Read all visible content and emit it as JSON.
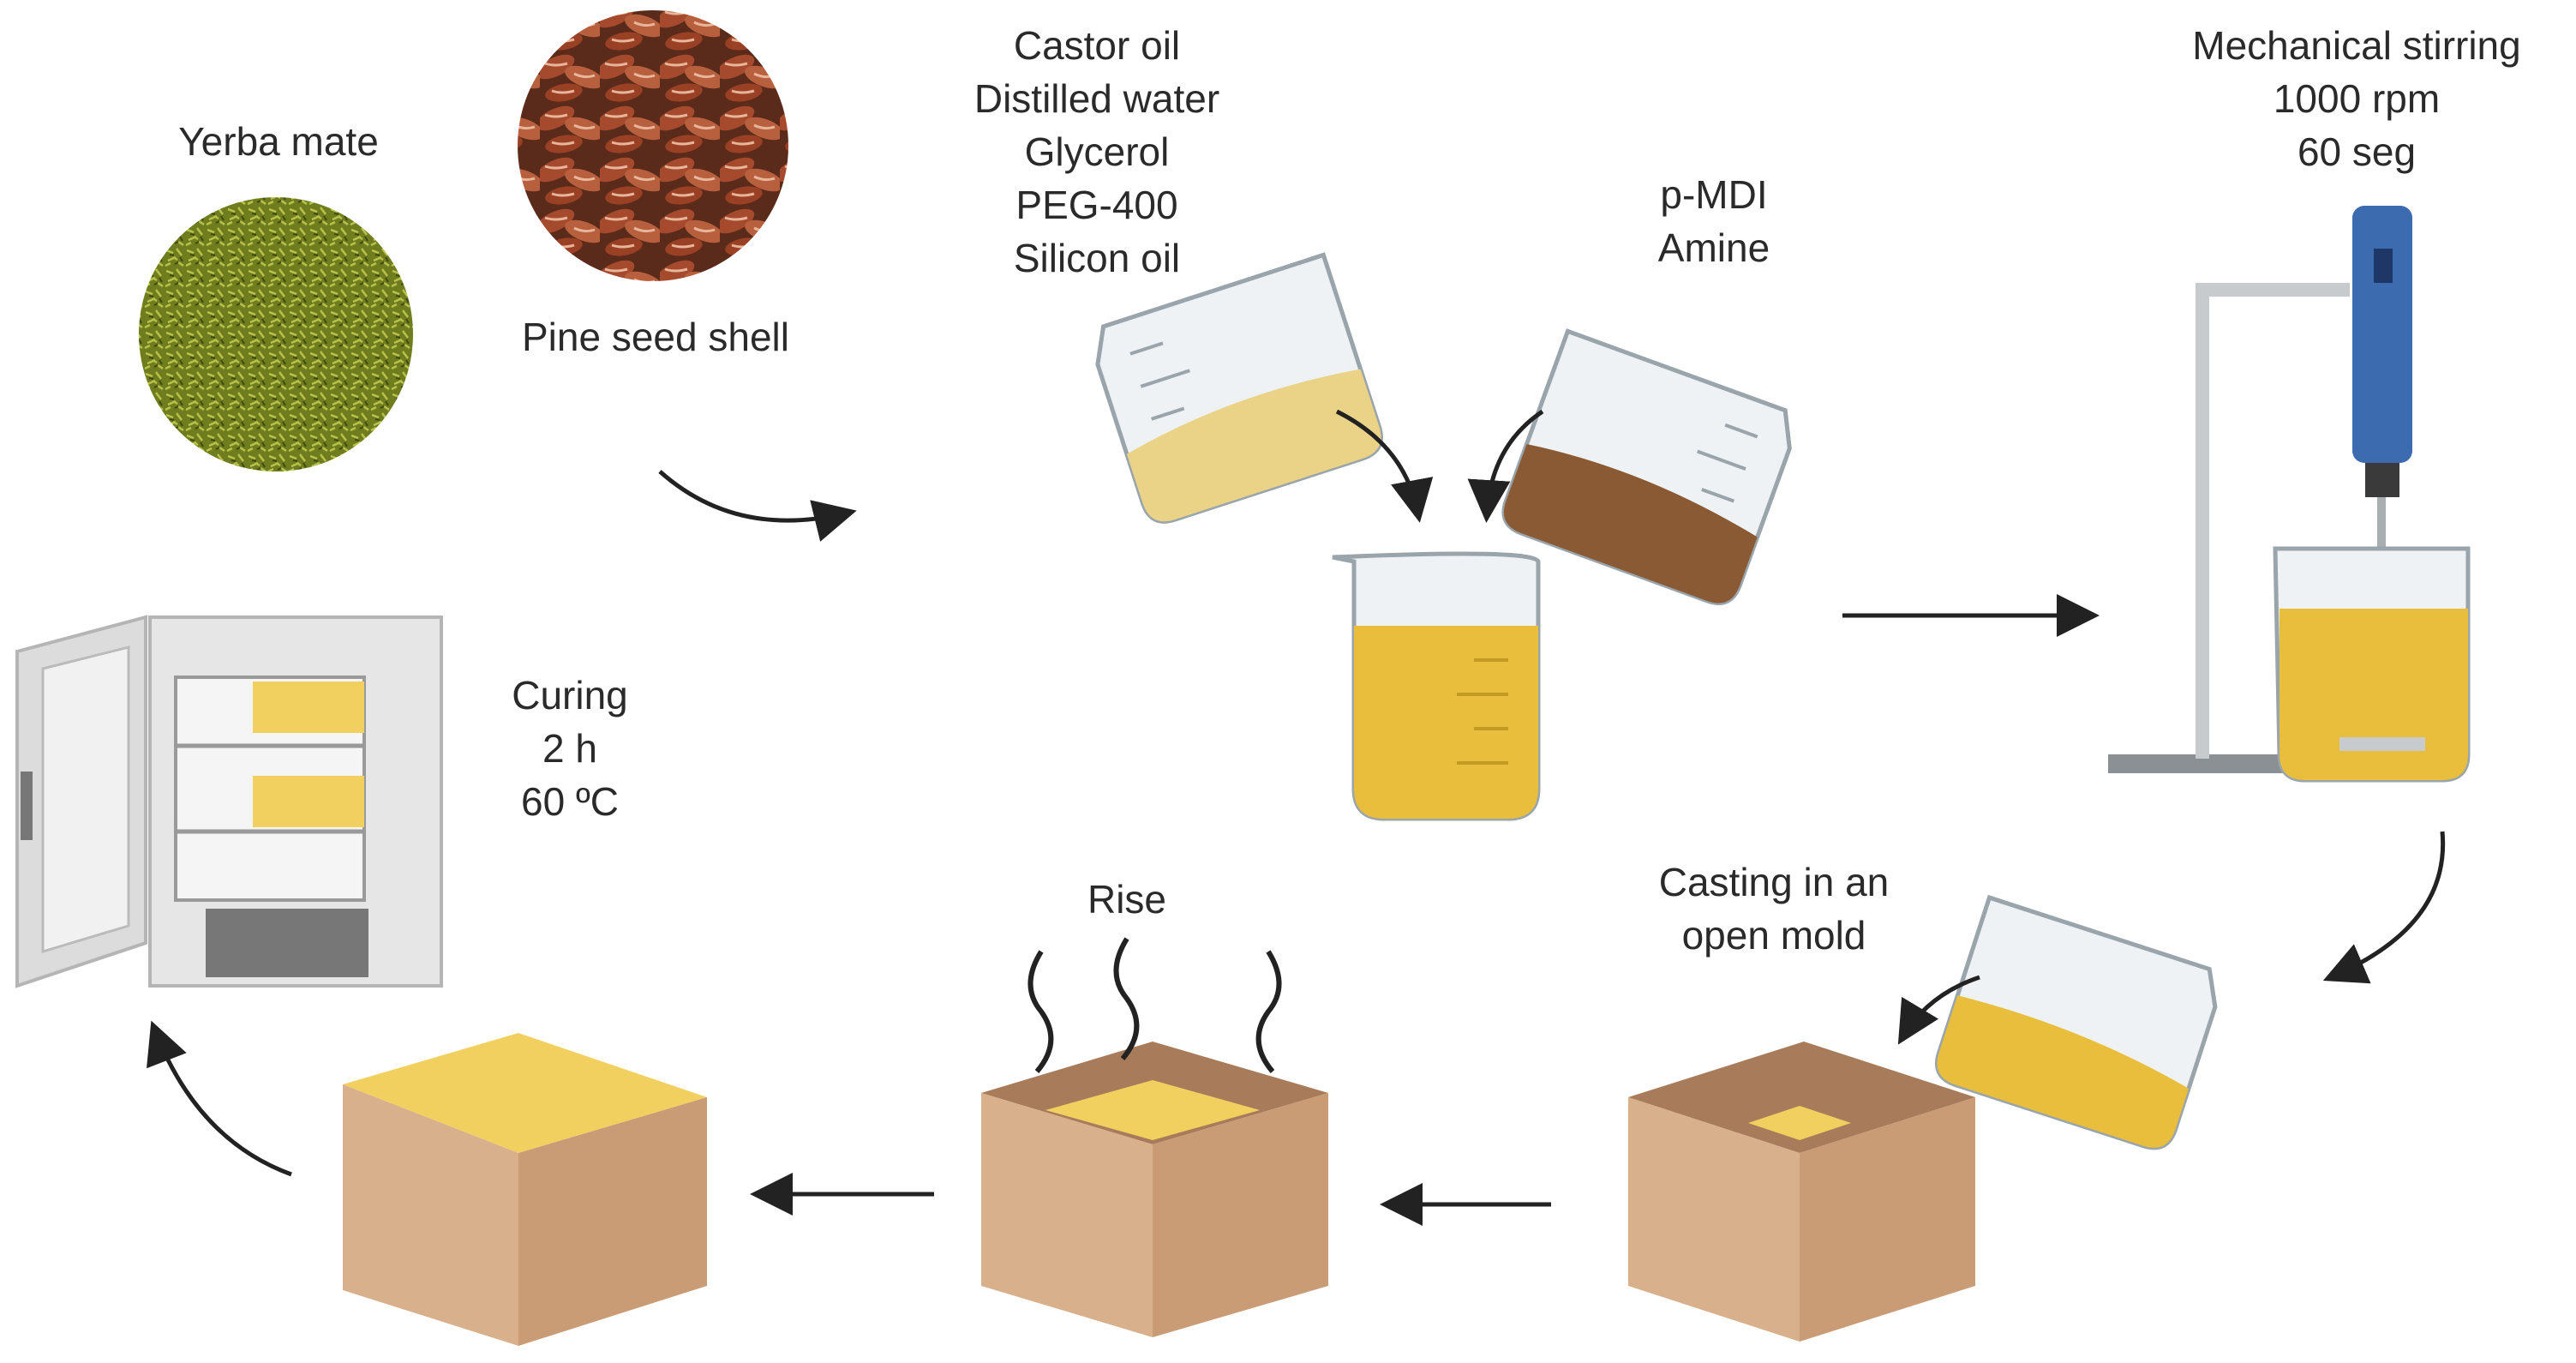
{
  "materials": {
    "yerba_mate": "Yerba mate",
    "pine_seed_shell": "Pine seed shell"
  },
  "components_a": [
    "Castor oil",
    "Distilled water",
    "Glycerol",
    "PEG-400",
    "Silicon oil"
  ],
  "components_b": [
    "p-MDI",
    "Amine"
  ],
  "stirring": [
    "Mechanical stirring",
    "1000 rpm",
    "60 seg"
  ],
  "casting": [
    "Casting in an",
    "open mold"
  ],
  "rise": "Rise",
  "curing": [
    "Curing",
    "2 h",
    "60 ºC"
  ],
  "colors": {
    "mixture": "#E8BE3C",
    "foam": "#F2D060",
    "box_front": "#C99C76",
    "box_side": "#D9B08C",
    "box_inside": "#A87C5A",
    "brown_liquid": "#8A5A35",
    "stirrer_blue": "#3D6BB0",
    "oven": "#E6E6E6"
  }
}
